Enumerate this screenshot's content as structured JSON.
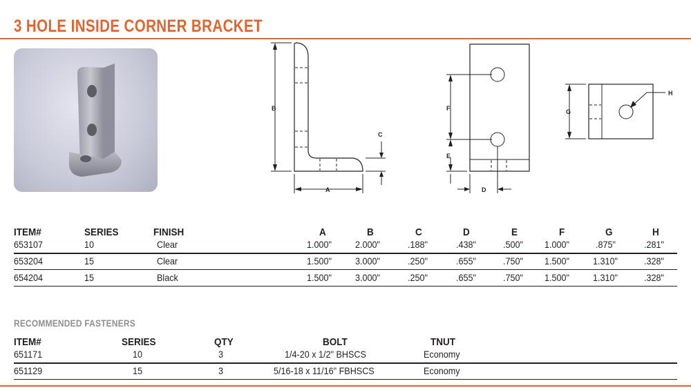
{
  "title": "3 HOLE INSIDE CORNER BRACKET",
  "colors": {
    "accent": "#e2632d",
    "text": "#231f20",
    "muted": "#8d8e90"
  },
  "diagram_labels": {
    "a": "A",
    "b": "B",
    "c": "C",
    "d": "D",
    "e": "E",
    "f": "F",
    "g": "G",
    "h": "H"
  },
  "specs": {
    "headers": [
      "ITEM#",
      "SERIES",
      "FINISH",
      "A",
      "B",
      "C",
      "D",
      "E",
      "F",
      "G",
      "H"
    ],
    "rows": [
      [
        "653107",
        "10",
        "Clear",
        "1.000\"",
        "2.000\"",
        ".188\"",
        ".438\"",
        ".500\"",
        "1.000\"",
        ".875\"",
        ".281\""
      ],
      [
        "653204",
        "15",
        "Clear",
        "1.500\"",
        "3.000\"",
        ".250\"",
        ".655\"",
        ".750\"",
        "1.500\"",
        "1.310\"",
        ".328\""
      ],
      [
        "654204",
        "15",
        "Black",
        "1.500\"",
        "3.000\"",
        ".250\"",
        ".655\"",
        ".750\"",
        "1.500\"",
        "1.310\"",
        ".328\""
      ]
    ]
  },
  "fasteners": {
    "heading": "RECOMMENDED FASTENERS",
    "headers": [
      "ITEM#",
      "SERIES",
      "QTY",
      "BOLT",
      "TNUT"
    ],
    "rows": [
      [
        "651171",
        "10",
        "3",
        "1/4-20 x 1/2\" BHSCS",
        "Economy"
      ],
      [
        "651129",
        "15",
        "3",
        "5/16-18 x 11/16\" FBHSCS",
        "Economy"
      ]
    ]
  }
}
